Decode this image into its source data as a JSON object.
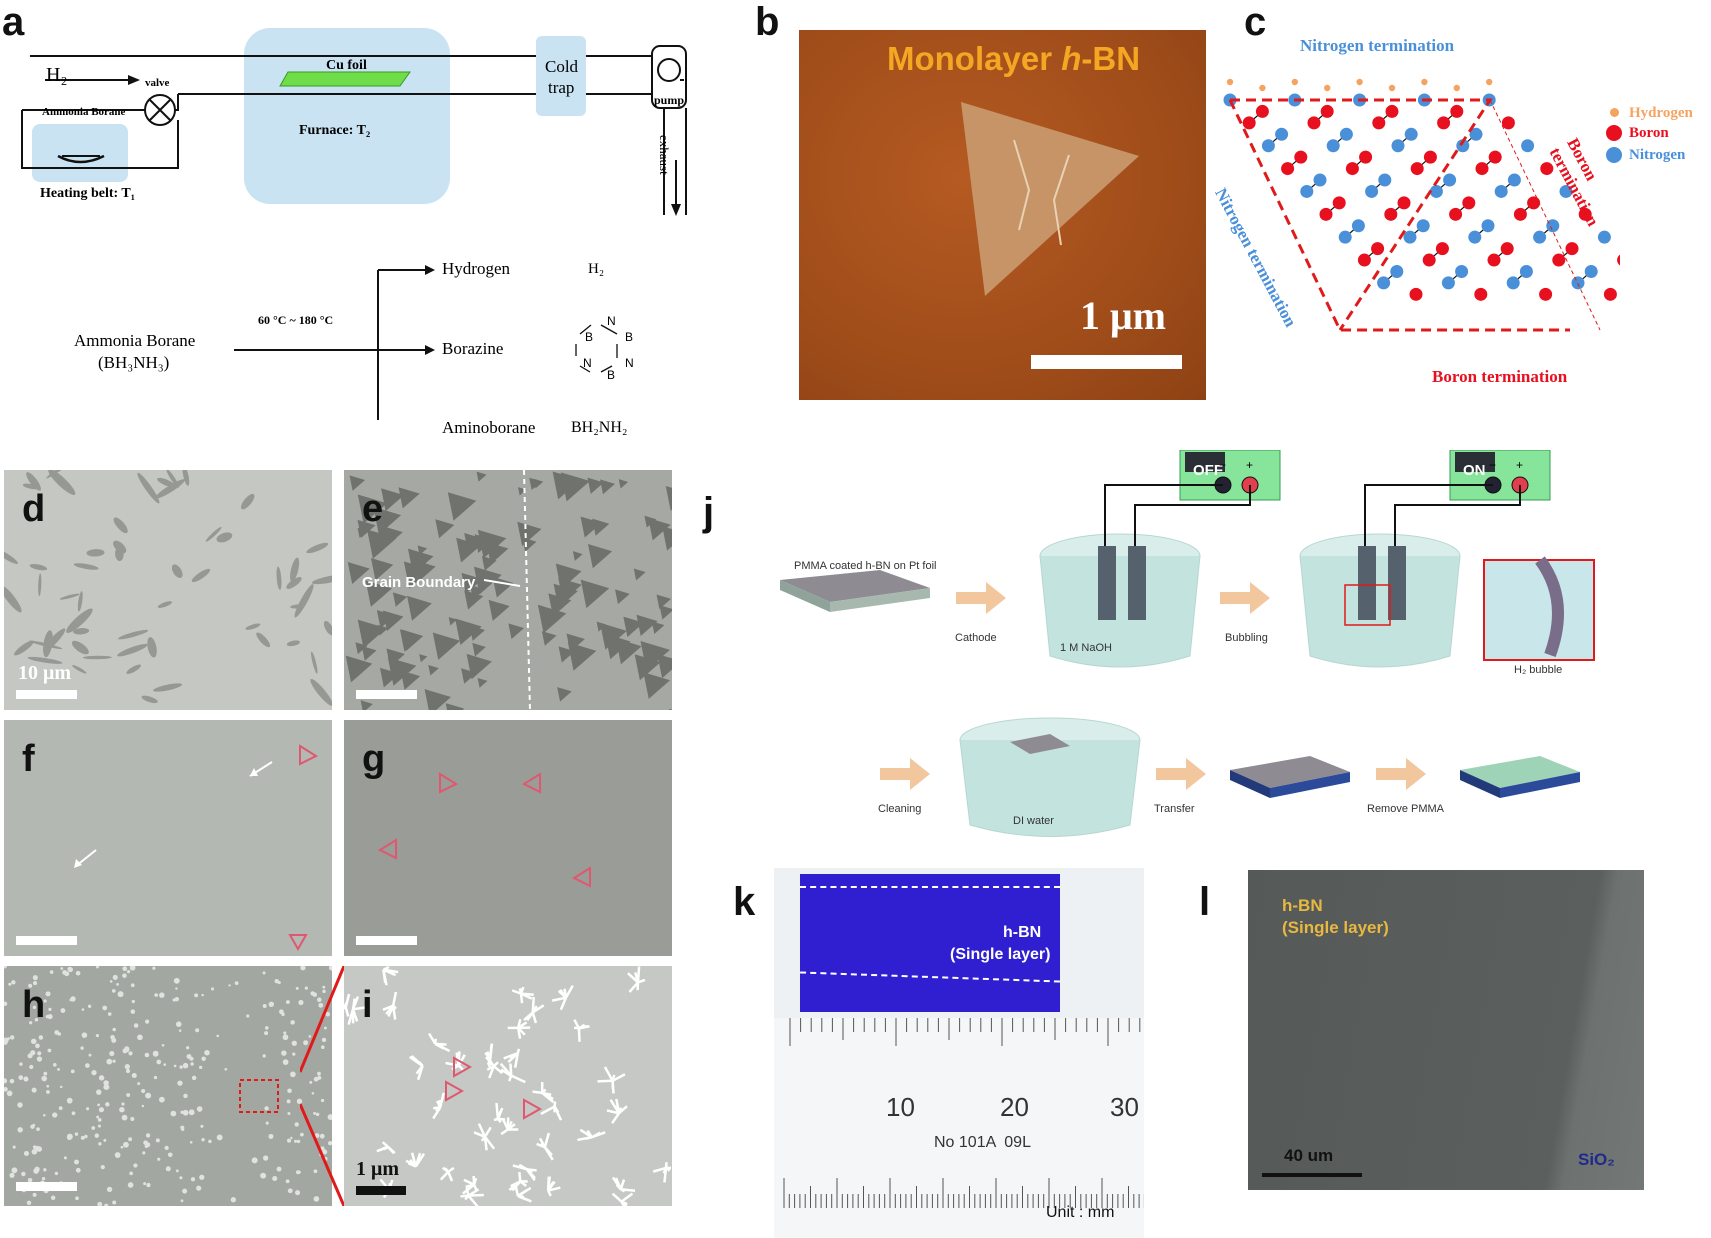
{
  "panels": {
    "a": "a",
    "b": "b",
    "c": "c",
    "d": "d",
    "e": "e",
    "f": "f",
    "g": "g",
    "h": "h",
    "i": "i",
    "j": "j",
    "k": "k",
    "l": "l"
  },
  "panel_a": {
    "h2_in": "H₂",
    "valve": "valve",
    "ammonia_borane_box": "Ammonia Borane",
    "heating_belt": "Heating belt: T₁",
    "cu_foil": "Cu foil",
    "furnace": "Furnace: T₂",
    "cold_trap_1": "Cold",
    "cold_trap_2": "trap",
    "pump": "pump",
    "exhaust": "exhaust",
    "reactant_1": "Ammonia Borane",
    "reactant_2": "(BH₃NH₃)",
    "temp": "60 °C ~ 180 °C",
    "products": [
      {
        "name": "Hydrogen",
        "formula": "H₂"
      },
      {
        "name": "Borazine",
        "formula": ""
      },
      {
        "name": "Aminoborane",
        "formula": "BH₂NH₂"
      }
    ],
    "borazine_atoms": [
      "N",
      "B",
      "N",
      "B",
      "N",
      "B"
    ]
  },
  "panel_b": {
    "title_pre": "Monolayer ",
    "title_em": "h",
    "title_post": "-BN",
    "scale": "1 μm"
  },
  "panel_c": {
    "nitrogen_top": "Nitrogen termination",
    "nitrogen_left": "Nitrogen termination",
    "boron_right": "Boron termination",
    "boron_bottom": "Boron termination",
    "legend": [
      {
        "label": "Hydrogen",
        "color": "#f4a460"
      },
      {
        "label": "Boron",
        "color": "#e8101e"
      },
      {
        "label": "Nitrogen",
        "color": "#4a90d9"
      }
    ]
  },
  "panel_d": {
    "scale": "10 μm"
  },
  "panel_e": {
    "annotation": "Grain Boundary"
  },
  "panel_i": {
    "scale": "1 μm"
  },
  "panel_j": {
    "off": "OFF",
    "on": "ON",
    "minus": "−",
    "plus": "+",
    "pmma": "PMMA coated h-BN on Pt foil",
    "cathode": "Cathode",
    "naoh": "1 M NaOH",
    "bubbling": "Bubbling",
    "h2_bubble": "H₂ bubble",
    "cleaning": "Cleaning",
    "di_water": "DI water",
    "transfer": "Transfer",
    "remove_pmma": "Remove PMMA"
  },
  "panel_k": {
    "label_1": "h-BN",
    "label_2": "(Single layer)",
    "ticks": [
      "10",
      "20",
      "30"
    ],
    "ruler_text": "No 101A  09L",
    "unit": "Unit : mm"
  },
  "panel_l": {
    "label_1": "h-BN",
    "label_2": "(Single layer)",
    "scale": "40 um",
    "sio2": "SiO₂"
  }
}
